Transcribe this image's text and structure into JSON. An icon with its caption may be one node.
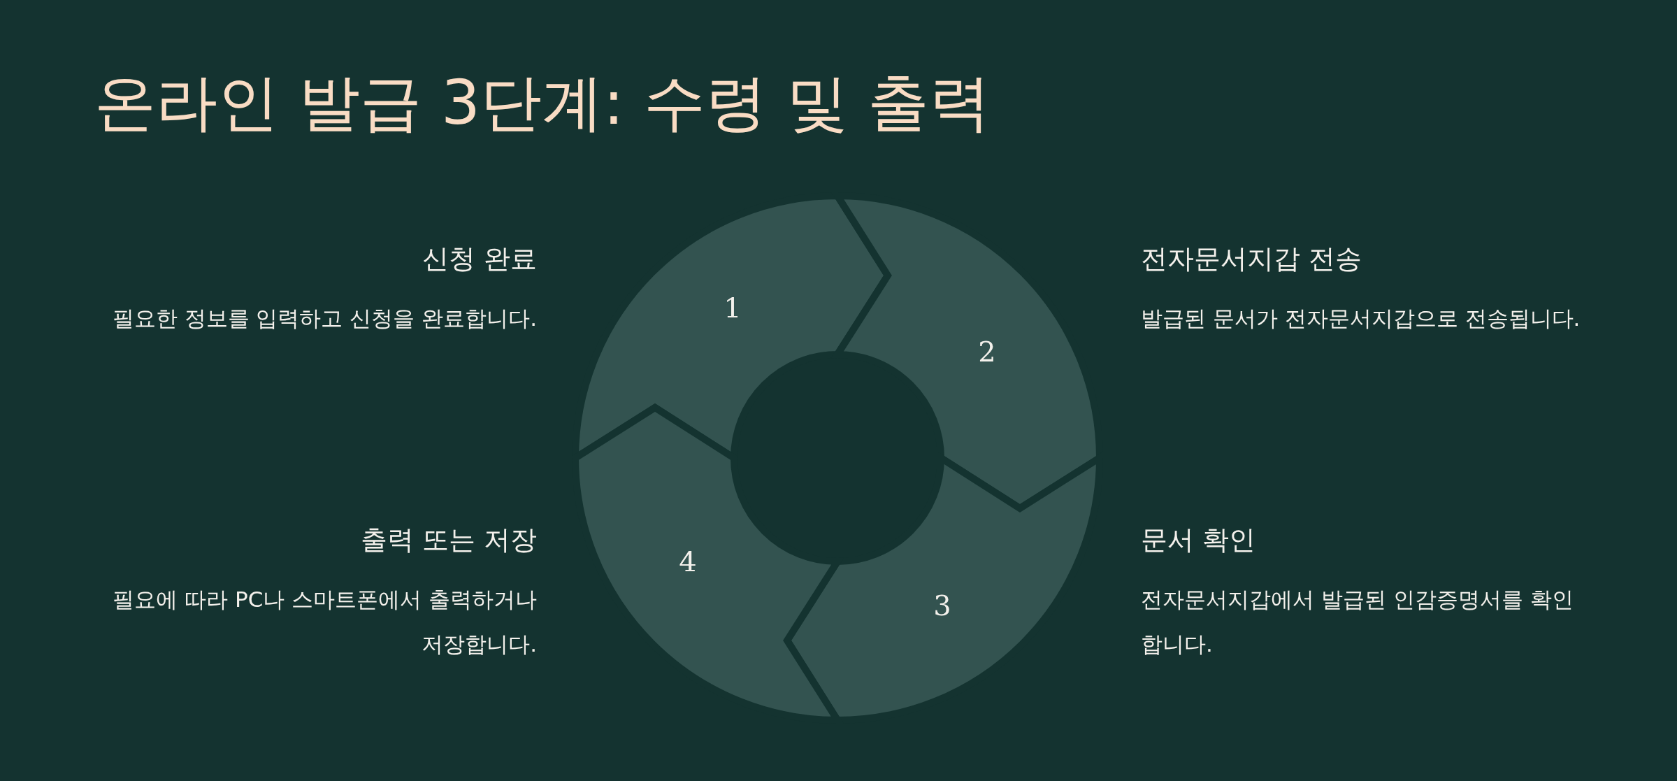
{
  "diagram": {
    "title": "온라인 발급 3단계: 수령 및 출력",
    "nodes": [
      {
        "text": [
          "1"
        ],
        "beside": [
          "신청 완료",
          "필요한 정보를 입력하고 신청을 완료합니다."
        ]
      },
      {
        "text": [
          "2"
        ],
        "beside": [
          "전자문서지갑 전송",
          "발급된 문서가 전자문서지갑으로 전송됩니다."
        ]
      },
      {
        "text": [
          "3"
        ],
        "beside": [
          "문서 확인",
          "전자문서지갑에서 발급된 인감증명서를 확인합니다."
        ]
      },
      {
        "text": [
          "4"
        ],
        "beside": [
          "출력 또는 저장",
          "필요에 따라 PC나 스마트폰에서 출력하거나 저장합니다."
        ]
      }
    ]
  }
}
